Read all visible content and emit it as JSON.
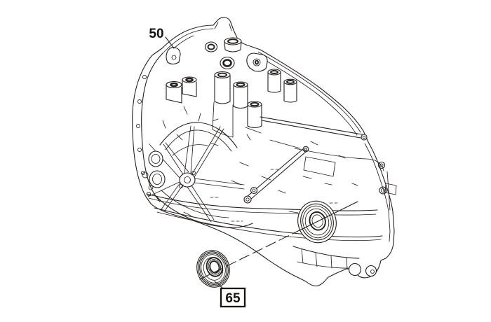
{
  "figure": {
    "type": "parts-diagram",
    "background_color": "#ffffff",
    "line_color": "#241f1c",
    "callouts": {
      "case": {
        "label": "50",
        "boxed": false
      },
      "seal": {
        "label": "65",
        "boxed": true
      }
    }
  }
}
